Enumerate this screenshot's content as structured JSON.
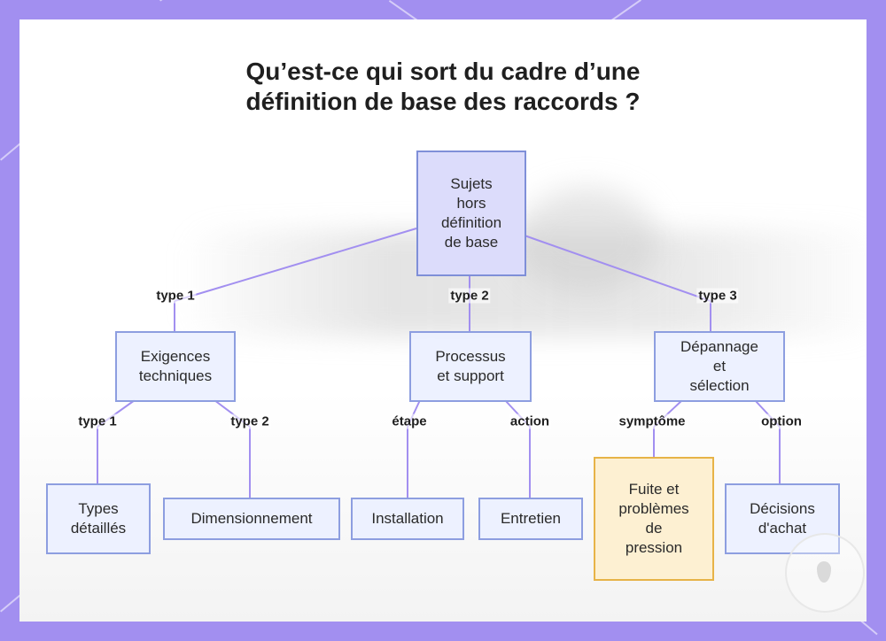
{
  "title": {
    "line1": "Qu’est-ce qui sort du cadre d’une",
    "line2": "définition de base des raccords ?"
  },
  "colors": {
    "frame": "#a28ff0",
    "node_border": "#8d9ee0",
    "root_fill": "#dcdcfb",
    "highlight_fill": "#fdf0d2",
    "highlight_border": "#e7b347",
    "edge": "#a28ff0"
  },
  "nodes": {
    "root": "Sujets\nhors\ndéfinition\nde base",
    "exigences": "Exigences\ntechniques",
    "processus": "Processus\net support",
    "depannage": "Dépannage\net\nsélection",
    "types": "Types\ndétaillés",
    "dimensionnement": "Dimensionnement",
    "installation": "Installation",
    "entretien": "Entretien",
    "fuite": "Fuite et\nproblèmes\nde\npression",
    "decisions": "Décisions\nd'achat"
  },
  "edges": {
    "root_exigences": "type 1",
    "root_processus": "type 2",
    "root_depannage": "type 3",
    "exigences_types": "type 1",
    "exigences_dimensionnement": "type 2",
    "processus_installation": "étape",
    "processus_entretien": "action",
    "depannage_fuite": "symptôme",
    "depannage_decisions": "option"
  }
}
